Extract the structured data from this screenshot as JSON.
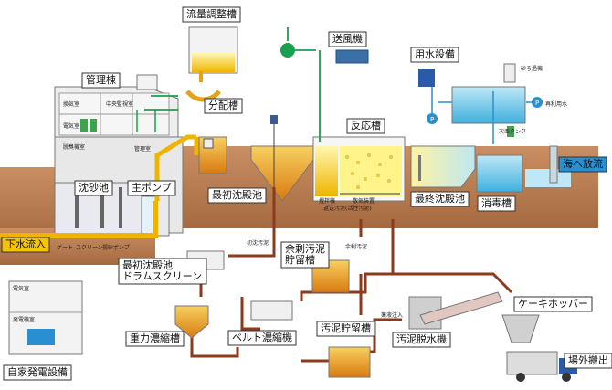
{
  "labels": {
    "flow_adjust_tank": "流量調整槽",
    "admin_building": "管理棟",
    "blower": "送風機",
    "water_supply": "用水設備",
    "distribution_tank": "分配槽",
    "reaction_tank": "反応槽",
    "grit_chamber": "沈砂池",
    "main_pump": "主ポンプ",
    "primary_clarifier": "最初沈殿池",
    "final_clarifier": "最終沈殿池",
    "disinfection_tank": "消毒槽",
    "sea_discharge": "海へ放流",
    "sewage_inflow": "下水流入",
    "excess_sludge_tank": "余剰汚泥\n貯留槽",
    "drum_screen": "最初沈殿池\nドラムスクリーン",
    "belt_thickener": "ベルト濃縮機",
    "sludge_storage": "汚泥貯留槽",
    "gravity_thickener": "重力濃縮槽",
    "dewatering": "汚泥脱水機",
    "cake_hopper": "ケーキホッパー",
    "off_site": "場外搬出",
    "generator": "自家発電設備"
  },
  "small_labels": {
    "ventilation_room": "換気室",
    "electric_room": "電気室",
    "central_monitor": "中央監視室",
    "deodor_room": "脱臭機室",
    "control_room": "管理室",
    "gate": "ゲート",
    "screen": "スクリーン",
    "drain_pump": "揚砂ポンプ",
    "sand_filter": "砂ろ過機",
    "reuse_water": "再利用水",
    "hypo_tank": "次亜タンク",
    "mixer": "攪拌機",
    "diffuser": "散気装置",
    "return_sludge": "返送汚泥(活性汚泥)",
    "primary_sludge": "初沈汚泥",
    "excess_sludge": "余剰汚泥",
    "chemical_injection": "薬液注入",
    "gen_elec_room": "電気室",
    "gen_room": "発電機室"
  },
  "colors": {
    "sludge": "#8b3a1e",
    "air": "#1aa050",
    "water": "#2a8fd0",
    "sewage": "#f0b400",
    "ground": "#b27a52"
  }
}
